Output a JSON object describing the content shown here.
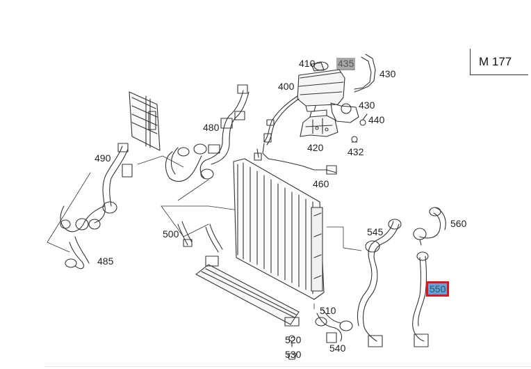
{
  "model_label": "M 177",
  "labels": {
    "l410": "410",
    "l435": "435",
    "l430a": "430",
    "l400": "400",
    "l430b": "430",
    "l480": "480",
    "l440": "440",
    "l420": "420",
    "l432": "432",
    "l490": "490",
    "l460": "460",
    "l545": "545",
    "l560": "560",
    "l500": "500",
    "l485": "485",
    "l550": "550",
    "l510": "510",
    "l520": "520",
    "l540": "540",
    "l530": "530"
  },
  "colors": {
    "highlight_grey": "#a9a9a9",
    "highlight_selected": "#5aa6e0",
    "selected_outline": "#e0141a"
  }
}
